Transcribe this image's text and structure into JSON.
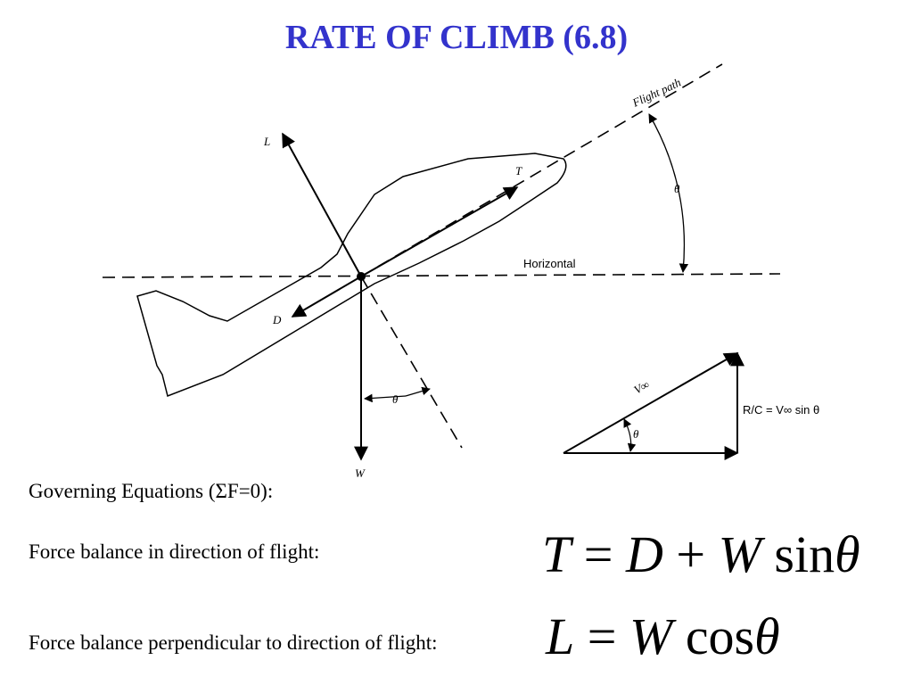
{
  "slide": {
    "title": "RATE OF CLIMB (6.8)"
  },
  "diagram": {
    "labels": {
      "lift": "L",
      "thrust": "T",
      "drag": "D",
      "weight": "W",
      "flight_path": "Flight path",
      "horizontal": "Horizontal",
      "theta_top": "θ",
      "theta_bottom": "θ",
      "theta_triangle": "θ",
      "v_inf": "V∞",
      "rate_of_climb": "R/C = V∞ sin θ"
    }
  },
  "text": {
    "governing": "Governing Equations (ΣF=0):",
    "force_direction": "Force balance in direction of flight:",
    "force_perpendicular": "Force balance perpendicular to direction of flight:"
  },
  "equations": {
    "eq1": {
      "lhs": "T",
      "eq": " = ",
      "d": "D",
      "plus": " + ",
      "w": "W",
      "fn": " sin",
      "theta": "θ"
    },
    "eq2": {
      "lhs": "L",
      "eq": " = ",
      "w": "W",
      "fn": " cos",
      "theta": "θ"
    }
  }
}
